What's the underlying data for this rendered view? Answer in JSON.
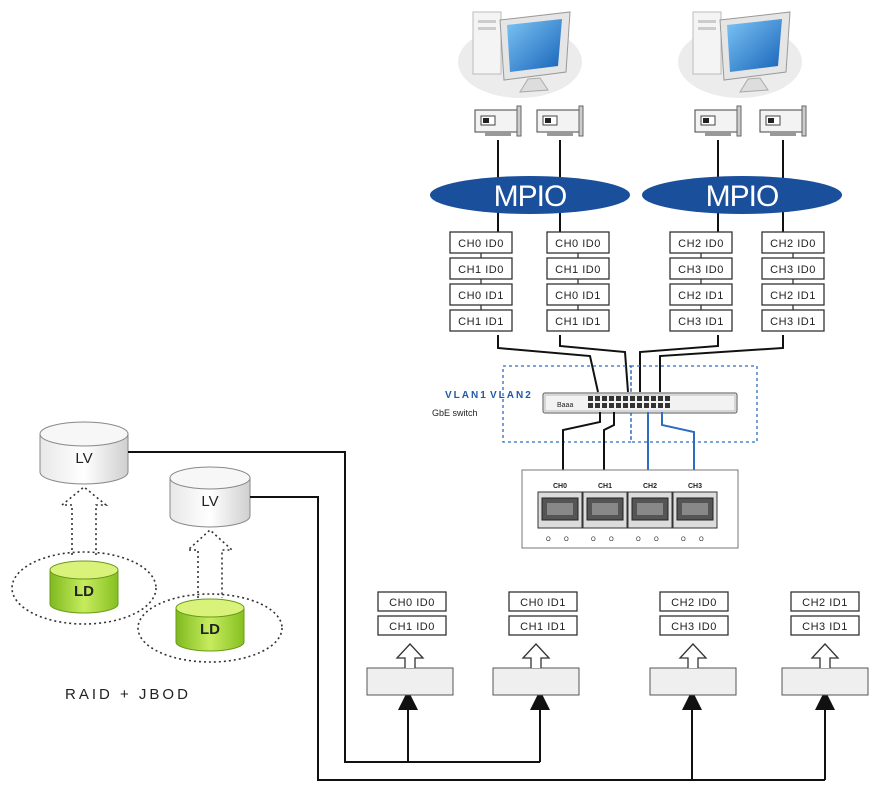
{
  "diagram": {
    "mpio_labels": [
      "MPIO",
      "MPIO"
    ],
    "host_stacks": [
      [
        "CH0 ID0",
        "CH1 ID0",
        "CH0 ID1",
        "CH1 ID1"
      ],
      [
        "CH0 ID0",
        "CH1 ID0",
        "CH0 ID1",
        "CH1 ID1"
      ],
      [
        "CH2 ID0",
        "CH3 ID0",
        "CH2 ID1",
        "CH3 ID1"
      ],
      [
        "CH2 ID0",
        "CH3 ID0",
        "CH2 ID1",
        "CH3 ID1"
      ]
    ],
    "vlan_labels": [
      "VLAN1",
      "VLAN2"
    ],
    "switch_label": "GbE switch",
    "switch_brand": "Baaa",
    "controller_channels": [
      "CH0",
      "CH1",
      "CH2",
      "CH3"
    ],
    "port_labels": [
      "O",
      "O"
    ],
    "lv_labels": [
      "LV",
      "LV"
    ],
    "ld_labels": [
      "LD",
      "LD"
    ],
    "raid_label": "RAID + JBOD",
    "target_stacks": [
      [
        "CH0 ID0",
        "CH1 ID0"
      ],
      [
        "CH0 ID1",
        "CH1 ID1"
      ],
      [
        "CH2 ID0",
        "CH3 ID0"
      ],
      [
        "CH2 ID1",
        "CH3 ID1"
      ]
    ],
    "colors": {
      "mpio": "#1a4f9c",
      "vlan": "#1f5aa6",
      "ld": "#9ad12a",
      "line": "#111111",
      "blue_line": "#2e6cc0"
    }
  }
}
